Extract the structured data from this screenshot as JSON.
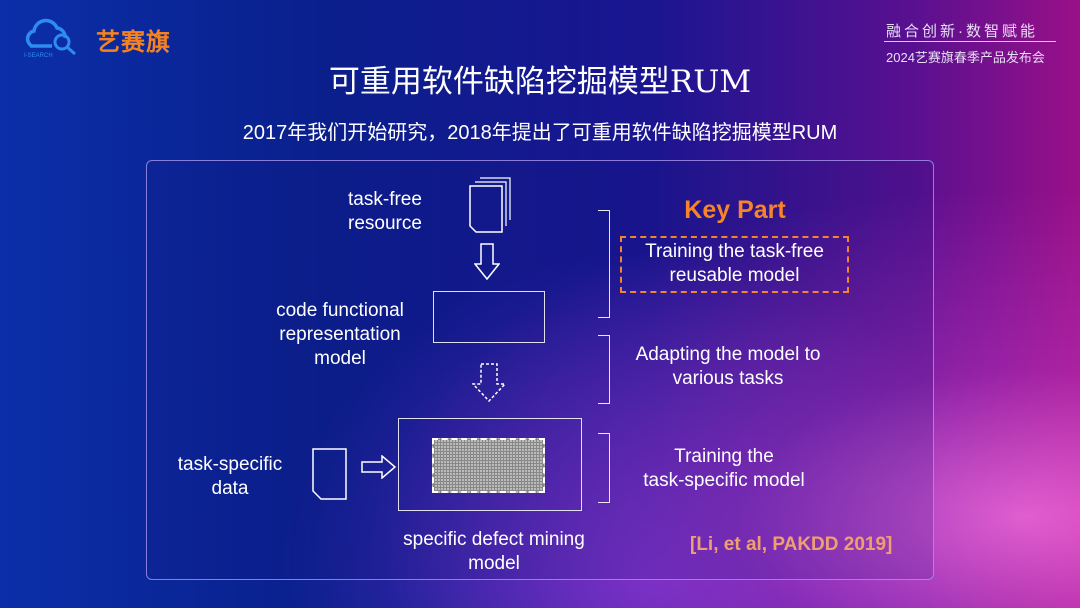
{
  "header": {
    "logo_text": "艺赛旗",
    "logo_sub": "I-SEARCH",
    "tagline": "融合创新·数智赋能",
    "event": "2024艺赛旗春季产品发布会"
  },
  "slide": {
    "title": "可重用软件缺陷挖掘模型RUM",
    "subtitle": "2017年我们开始研究，2018年提出了可重用软件缺陷挖掘模型RUM"
  },
  "diagram": {
    "task_free_resource": [
      "task-free",
      "resource"
    ],
    "code_model": [
      "code functional",
      "representation",
      "model"
    ],
    "task_specific_data": [
      "task-specific",
      "data"
    ],
    "specific_model": [
      "specific defect mining",
      "model"
    ],
    "key_part": "Key Part",
    "stage1": [
      "Training the task-free",
      "reusable model"
    ],
    "stage2": [
      "Adapting the model to",
      "various tasks"
    ],
    "stage3": [
      "Training the",
      "task-specific model"
    ],
    "citation": "[Li, et al, PAKDD 2019]"
  },
  "colors": {
    "accent": "#f5842a",
    "citation": "#f0a070"
  }
}
